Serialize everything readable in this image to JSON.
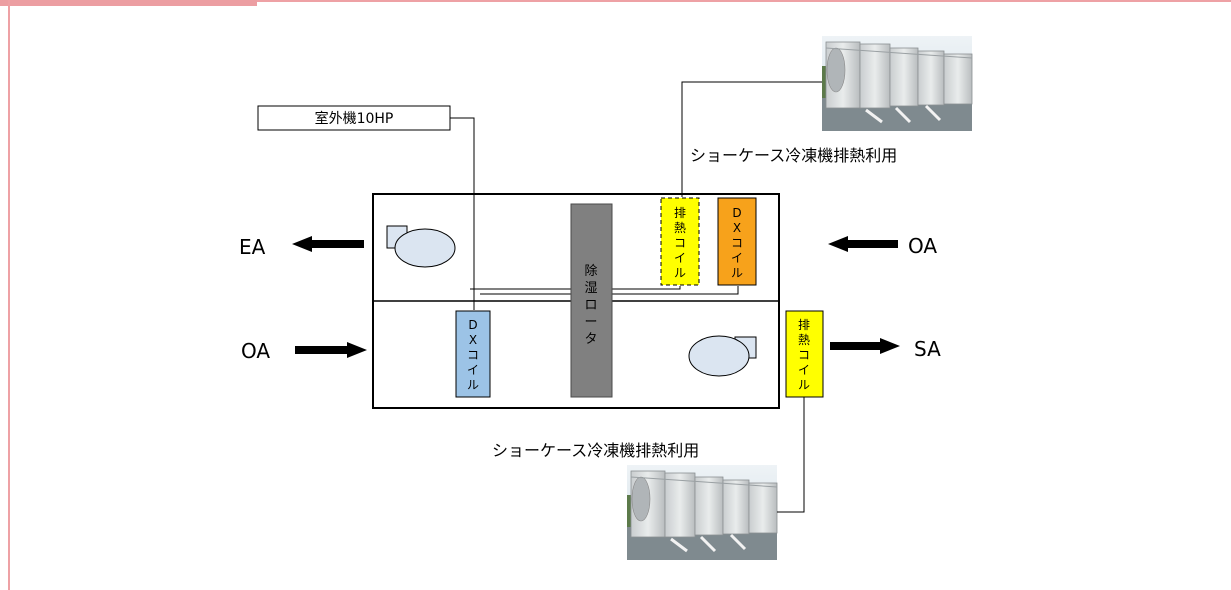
{
  "labels": {
    "outdoor_unit": "室外機10HP",
    "showcase_top": "ショーケース冷凍機排熱利用",
    "showcase_bottom": "ショーケース冷凍機排熱利用",
    "ea": "EA",
    "oa_top": "OA",
    "oa_left": "OA",
    "sa": "SA"
  },
  "coils": {
    "exhaust_coil_upper": [
      "排",
      "熱",
      "コ",
      "イ",
      "ル"
    ],
    "dx_coil_upper": [
      "D",
      "X",
      "コ",
      "イ",
      "ル"
    ],
    "dx_coil_lower": [
      "D",
      "X",
      "コ",
      "イ",
      "ル"
    ],
    "exhaust_coil_outside": [
      "排",
      "熱",
      "コ",
      "イ",
      "ル"
    ],
    "rotor": [
      "除",
      "湿",
      "ロ",
      "ー",
      "タ"
    ]
  },
  "colors": {
    "frame": "#eea1a5",
    "exhaust_coil": "#ffff00",
    "dx_coil_upper": "#f7a21b",
    "dx_coil_lower": "#9cc3e6",
    "rotor": "#808080",
    "fan": "#dbe5f1"
  }
}
